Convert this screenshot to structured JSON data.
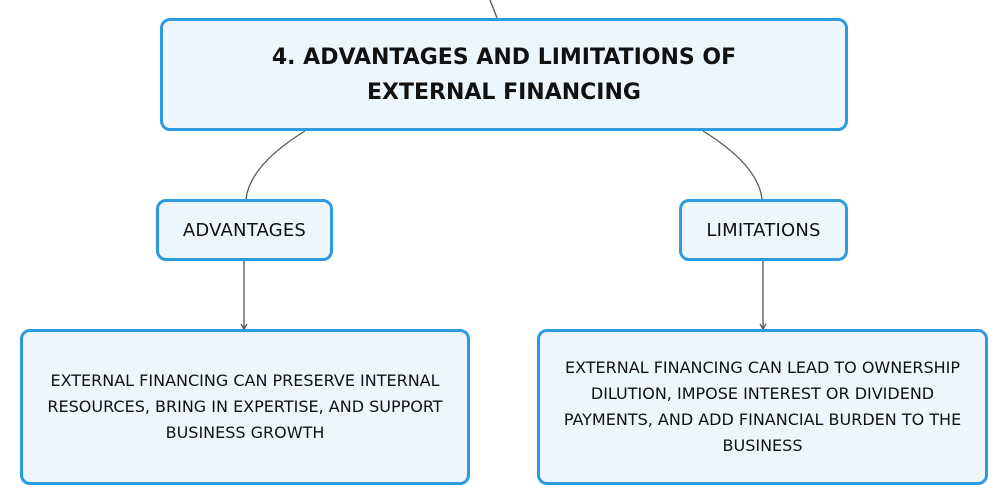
{
  "main_topic": {
    "title": "4. ADVANTAGES AND LIMITATIONS OF EXTERNAL FINANCING"
  },
  "branches": [
    {
      "label": "ADVANTAGES",
      "detail": "EXTERNAL FINANCING CAN PRESERVE INTERNAL RESOURCES, BRING IN EXPERTISE, AND SUPPORT BUSINESS GROWTH"
    },
    {
      "label": "LIMITATIONS",
      "detail": "EXTERNAL FINANCING CAN LEAD TO OWNERSHIP DILUTION, IMPOSE INTEREST OR DIVIDEND PAYMENTS, AND ADD FINANCIAL BURDEN TO THE BUSINESS"
    }
  ],
  "colors": {
    "node_border": "#2d9be0",
    "node_fill": "#eef6fd",
    "connector": "#555555"
  }
}
